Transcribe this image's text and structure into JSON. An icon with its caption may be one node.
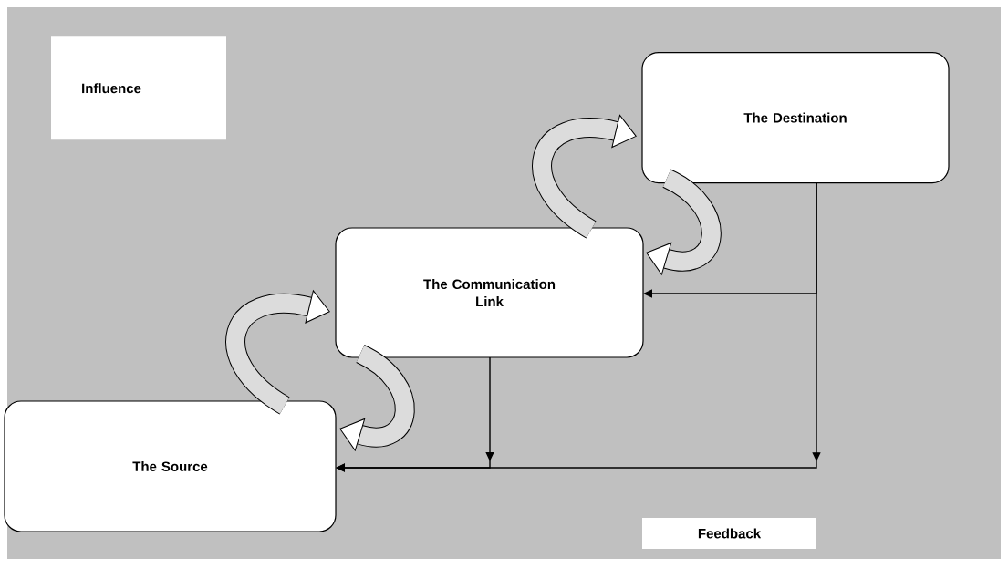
{
  "diagram": {
    "nodes": [
      {
        "text": [
          "Influence"
        ]
      },
      {
        "text": [
          "The Destination"
        ]
      },
      {
        "text": [
          "The Communication Link"
        ]
      },
      {
        "text": [
          "The Source"
        ]
      },
      {
        "text": [
          "Feedback"
        ]
      }
    ],
    "edges": [
      {
        "from": 3,
        "to": 2,
        "arrow": "to"
      },
      {
        "from": 2,
        "to": 3,
        "arrow": "to"
      },
      {
        "from": 2,
        "to": 1,
        "arrow": "to"
      },
      {
        "from": 1,
        "to": 2,
        "arrow": "to"
      },
      {
        "from": 1,
        "to": 2,
        "arrow": "to"
      },
      {
        "from": 1,
        "to": 3,
        "arrow": "to"
      },
      {
        "from": 2,
        "to": 3,
        "arrow": "to"
      }
    ]
  }
}
